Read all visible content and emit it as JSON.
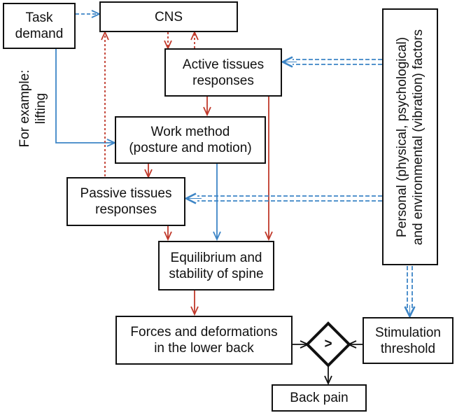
{
  "nodes": {
    "task_demand": "Task\ndemand",
    "cns": "CNS",
    "active_tissues": "Active tissues\nresponses",
    "work_method": "Work method\n(posture and motion)",
    "passive_tissues": "Passive tissues\nresponses",
    "equilibrium": "Equilibrium and\nstability of spine",
    "forces": "Forces and deformations\nin the lower back",
    "comparator": ">",
    "stimulation": "Stimulation\nthreshold",
    "back_pain": "Back pain",
    "personal_factors": "Personal (physical, psychological)\nand environmental (vibration) factors"
  },
  "side_label": "For example:\nlifting",
  "colors": {
    "red": "#c0392b",
    "blue": "#3d85c6",
    "black": "#111111"
  }
}
